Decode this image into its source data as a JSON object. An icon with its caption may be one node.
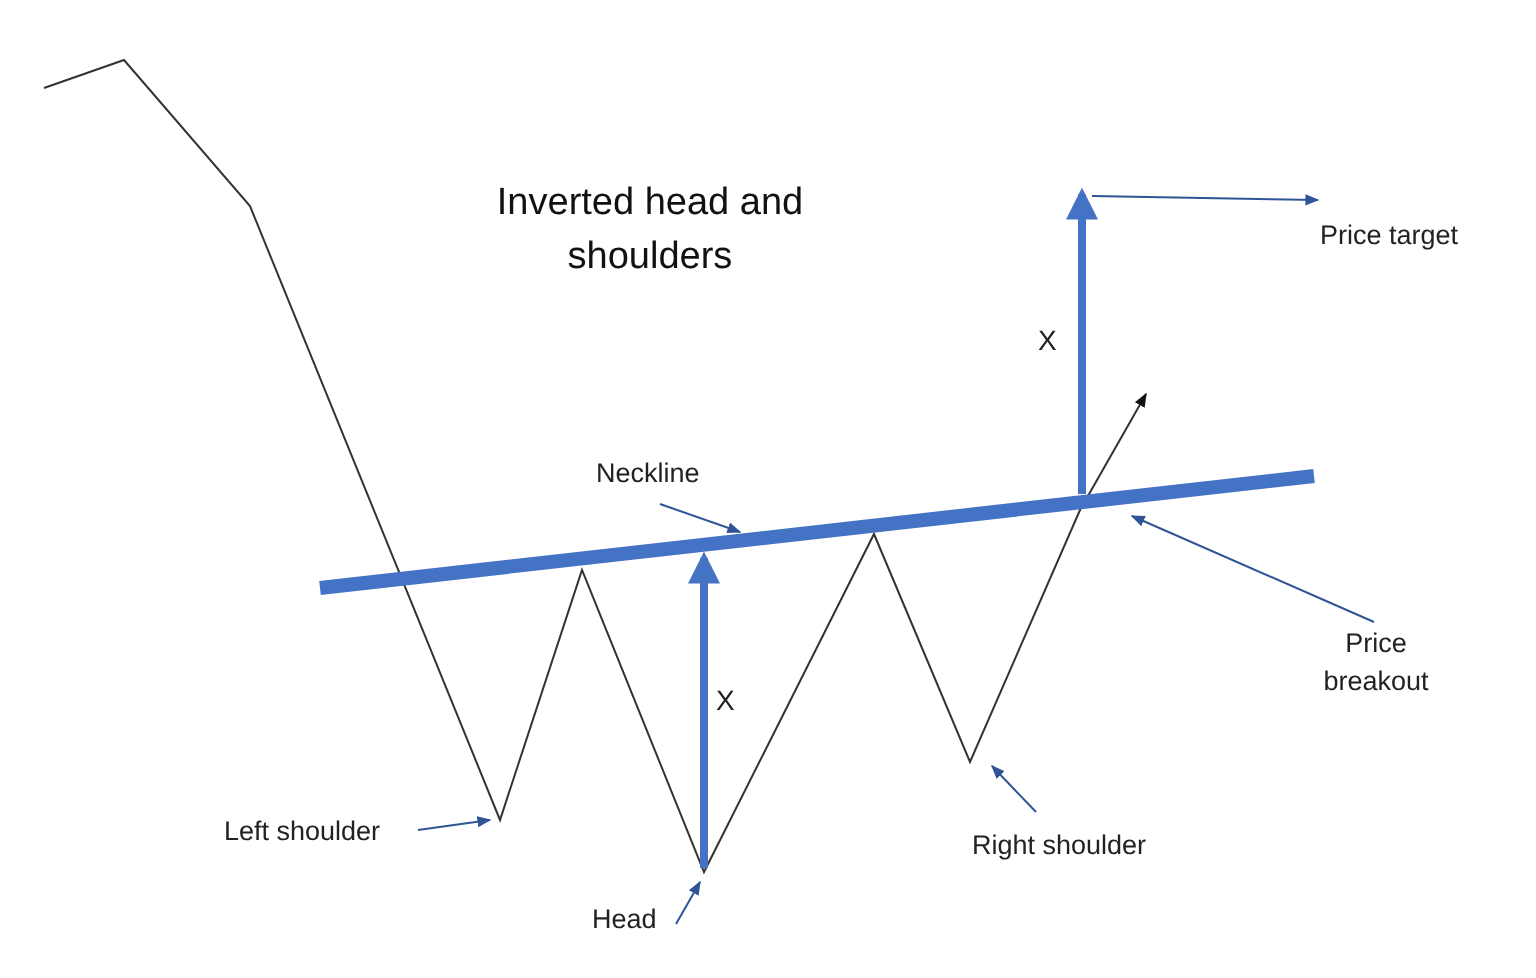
{
  "diagram": {
    "title": "Inverted head and shoulders",
    "nodes": [
      {
        "text": [
          "Neckline"
        ]
      },
      {
        "text": [
          "Price target"
        ]
      },
      {
        "text": [
          "Price breakout"
        ]
      },
      {
        "text": [
          "Left shoulder"
        ]
      },
      {
        "text": [
          "Right shoulder"
        ]
      },
      {
        "text": [
          "Head"
        ]
      },
      {
        "text": [],
        "shape": "bar"
      }
    ],
    "edges": [
      {
        "from": 0,
        "to": 6,
        "arrow": "to"
      },
      {
        "from": 2,
        "to": 6,
        "arrow": "to"
      },
      {
        "from": 3,
        "to": null,
        "arrow": "to"
      },
      {
        "from": 4,
        "to": null,
        "arrow": "to"
      },
      {
        "from": 5,
        "to": null,
        "arrow": "to"
      },
      {
        "from": null,
        "to": 1,
        "arrow": "to"
      }
    ],
    "labels": [
      "X",
      "X"
    ]
  }
}
